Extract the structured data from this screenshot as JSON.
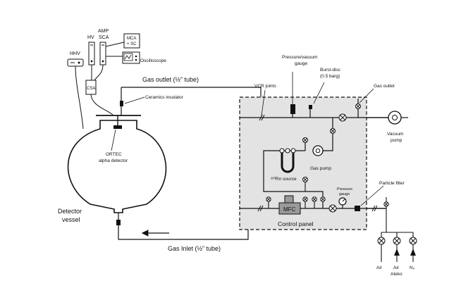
{
  "instruments": {
    "hhv": "HHV",
    "hv": "HV",
    "amp_line1": "AMP",
    "amp_line2": "SCA",
    "mca_line1": "MCA",
    "mca_line2": "+ SC",
    "oscilloscope": "Oscilloscope",
    "csa": "CSA"
  },
  "detector": {
    "ceramics": "Ceramics insulator",
    "alpha_line1": "ORTEC",
    "alpha_line2": "alpha detector",
    "vessel_line1": "Detector",
    "vessel_line2": "vessel"
  },
  "lines": {
    "gas_outlet_main": "Gas outlet (½” tube)",
    "gas_inlet_main": "Gas Inlet (½” tube)"
  },
  "panel": {
    "vcr": "VCR joints",
    "pv_line1": "Pressure/vacuum",
    "pv_line2": "gauge",
    "burst_line1": "Burst-disc",
    "burst_line2": "(0.5 barg)",
    "gas_outlet": "Gas outlet",
    "vacuum_line1": "Vacuum",
    "vacuum_line2": "pump",
    "gas_pump": "Gas pump",
    "rn_source": "²²⁰Rn source",
    "pg_line1": "Pressure",
    "pg_line2": "gauge",
    "particle_filter": "Particle filter",
    "mfc": "MFC",
    "control_panel": "Control panel"
  },
  "supplies": {
    "air": "Air",
    "air_ateko_line1": "Air",
    "air_ateko_line2": "Ateko",
    "n2": "N₂"
  }
}
